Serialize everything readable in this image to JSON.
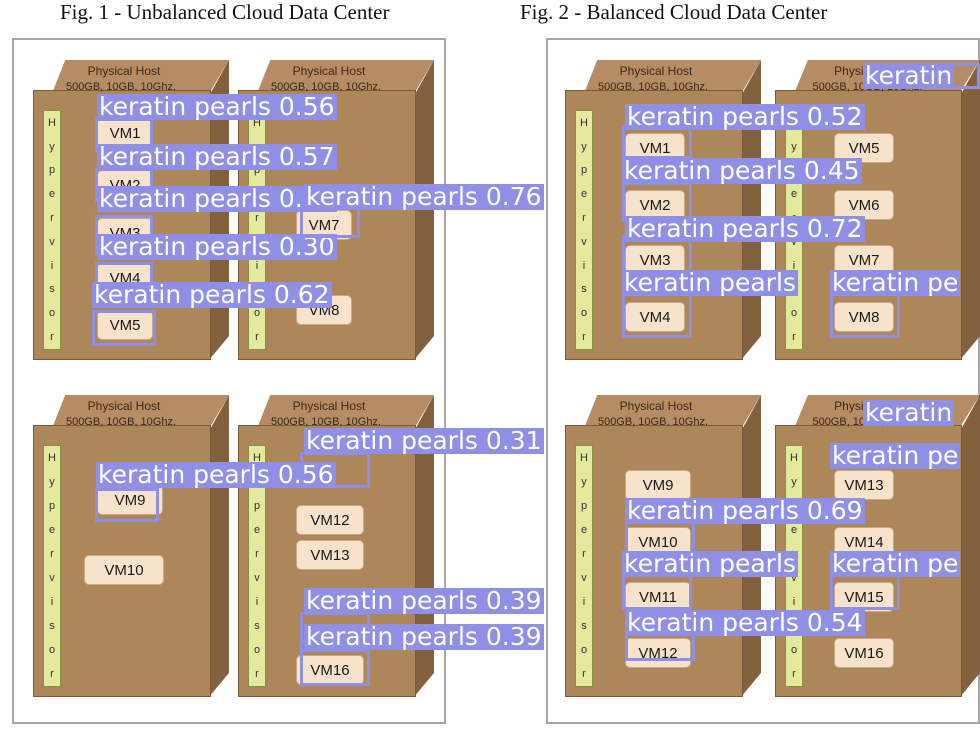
{
  "captions": [
    "Fig. 1 - Unbalanced Cloud Data Center",
    "Fig. 2 - Balanced Cloud Data Center"
  ],
  "host": {
    "title": "Physical Host",
    "spec": "500GB, 10GB, 10Ghz.",
    "hypervisor_letters": [
      "H",
      "y",
      "p",
      "e",
      "r",
      "v",
      "i",
      "s",
      "o",
      "r"
    ]
  },
  "vms": {
    "fig1": [
      "VM1",
      "VM2",
      "VM3",
      "VM4",
      "VM5",
      "VM7",
      "VM8",
      "VM9",
      "VM10",
      "VM12",
      "VM13",
      "VM16"
    ],
    "fig2": [
      "VM1",
      "VM2",
      "VM3",
      "VM4",
      "VM5",
      "VM6",
      "VM7",
      "VM8",
      "VM9",
      "VM10",
      "VM11",
      "VM12",
      "VM13",
      "VM14",
      "VM15",
      "VM16"
    ]
  },
  "detections": [
    {
      "label": "keratin pearls 0.56"
    },
    {
      "label": "keratin pearls 0.57"
    },
    {
      "label": "keratin pearls 0.58"
    },
    {
      "label": "keratin pearls 0.30"
    },
    {
      "label": "keratin pearls 0.62"
    },
    {
      "label": "keratin pearls 0.76"
    },
    {
      "label": "keratin pearls 0.31"
    },
    {
      "label": "keratin pearls 0.56"
    },
    {
      "label": "keratin pearls 0.39"
    },
    {
      "label": "keratin pearls 0.39"
    },
    {
      "label": "keratin pearls 0.52"
    },
    {
      "label": "keratin pearls 0.45"
    },
    {
      "label": "keratin pearls 0.72"
    },
    {
      "label": "keratin pearls"
    },
    {
      "label": "keratin pearls 0.69"
    },
    {
      "label": "keratin pearls"
    },
    {
      "label": "keratin pearls 0.54"
    },
    {
      "label": "keratin pe"
    },
    {
      "label": "keratin"
    },
    {
      "label": "keratin pe"
    }
  ],
  "colors": {
    "detection": "#8f8fe6",
    "host_front": "#ad8759",
    "hypervisor": "#e3ea9d",
    "vm": "#f7e3cb"
  }
}
